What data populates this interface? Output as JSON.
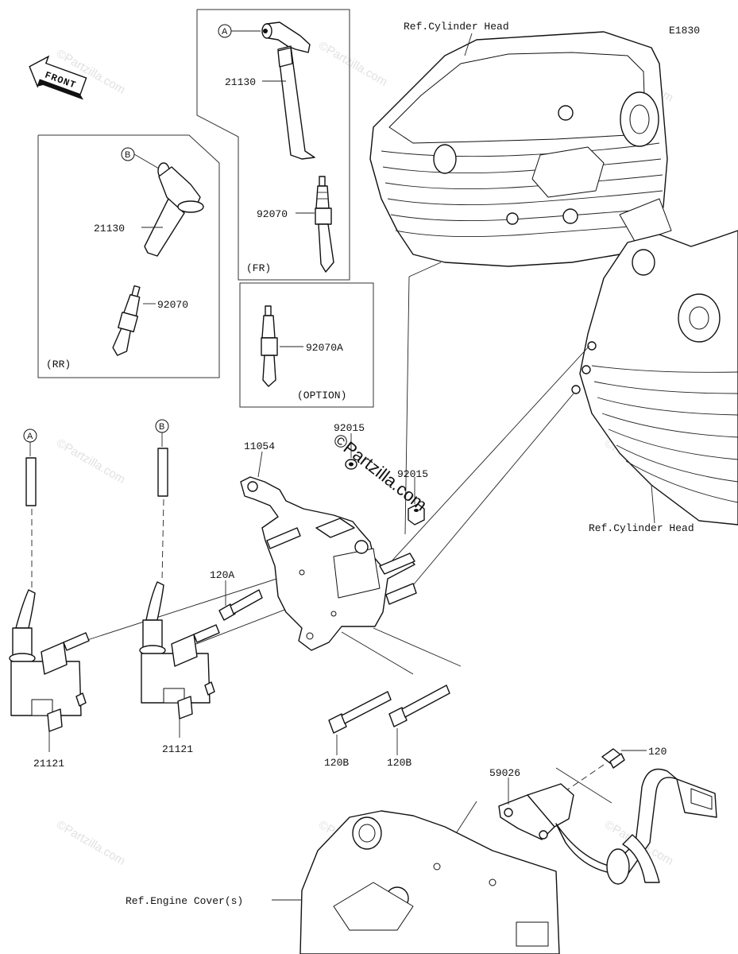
{
  "diagram_code": "E1830",
  "front_arrow": {
    "label": "FRONT",
    "icon": "front-arrow-icon"
  },
  "watermark": "©Partzilla.com",
  "brand_stamp": "©Partzilla.com",
  "boxes": {
    "fr": {
      "label": "(FR)"
    },
    "rr": {
      "label": "(RR)"
    },
    "option": {
      "label": "(OPTION)"
    }
  },
  "connector_tags": {
    "a": "A",
    "b": "B"
  },
  "reference_labels": {
    "cylinder_head_top": "Ref.Cylinder Head",
    "cylinder_head_right": "Ref.Cylinder Head",
    "engine_cover": "Ref.Engine Cover(s)"
  },
  "part_labels": {
    "fr_cap": "21130",
    "fr_plug": "92070",
    "rr_cap": "21130",
    "rr_plug": "92070",
    "option_plug": "92070A",
    "bracket": "11054",
    "washer_top": "92015",
    "washer_lower": "92015",
    "bolt_120a": "120A",
    "bolt_120b_left": "120B",
    "bolt_120b_right": "120B",
    "coil_left": "21121",
    "coil_right": "21121",
    "sensor": "59026",
    "sensor_bolt": "120"
  }
}
